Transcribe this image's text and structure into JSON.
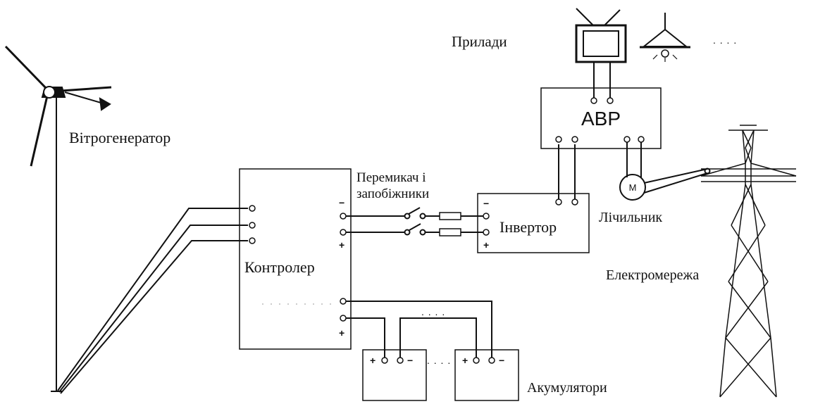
{
  "colors": {
    "ink": "#111111",
    "background": "#ffffff"
  },
  "labels": {
    "wind_generator": "Вітрогенератор",
    "switch_fuses_line1": "Перемикач і",
    "switch_fuses_line2": "запобіжники",
    "controller": "Контролер",
    "inverter": "Інвертор",
    "abp": "АВР",
    "devices": "Прилади",
    "meter": "Лічильник",
    "meter_symbol": "M",
    "grid": "Електромережа",
    "batteries": "Акумулятори",
    "ellipsis": ". . . ."
  },
  "polarity": {
    "controller_out_minus": "−",
    "controller_out_plus": "+",
    "inverter_minus": "−",
    "inverter_plus": "+",
    "controller_batt_plus": "+",
    "battery_1_plus": "+",
    "battery_1_minus": "−",
    "battery_2_plus": "+",
    "battery_2_minus": "−"
  },
  "icons": [
    "wind-turbine-icon",
    "tv-icon",
    "ceiling-lamp-icon",
    "power-pylon-icon",
    "meter-icon",
    "battery-icon",
    "fuse-icon",
    "switch-icon"
  ]
}
